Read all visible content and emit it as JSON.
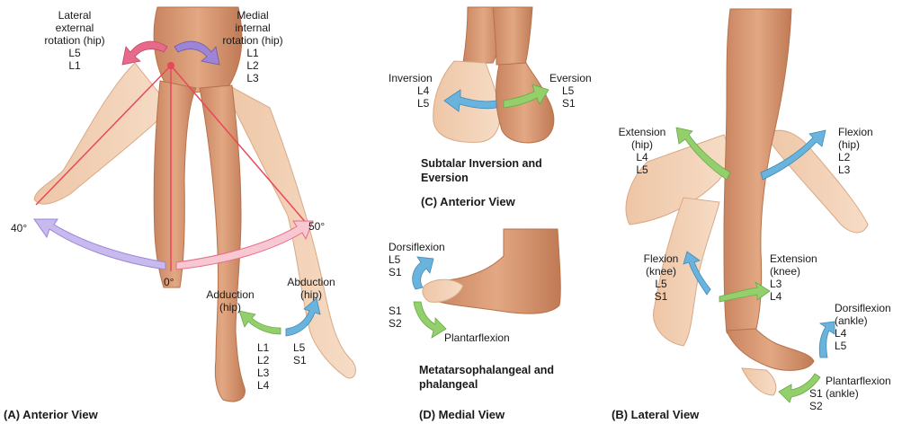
{
  "panels": {
    "a": {
      "view": "(A) Anterior View",
      "lateral": [
        "Lateral",
        "external",
        "rotation (hip)",
        "L5",
        "L1"
      ],
      "medial": [
        "Medial",
        "internal",
        "rotation (hip)",
        "L1",
        "L2",
        "L3"
      ],
      "deg_left": "40°",
      "deg_zero": "0°",
      "deg_right": "50°",
      "adduction": [
        "Adduction",
        "(hip)"
      ],
      "abduction": [
        "Abduction",
        "(hip)"
      ],
      "adduction_roots": [
        "L1",
        "L2",
        "L3",
        "L4"
      ],
      "abduction_roots": [
        "L5",
        "S1"
      ]
    },
    "c": {
      "view": "(C) Anterior View",
      "inversion": [
        "Inversion",
        "L4",
        "L5"
      ],
      "eversion": [
        "Eversion",
        "L5",
        "S1"
      ],
      "caption": [
        "Subtalar Inversion and",
        "Eversion"
      ]
    },
    "d": {
      "view": "(D) Medial View",
      "dorsiflexion": [
        "Dorsiflexion",
        "L5",
        "S1"
      ],
      "plantar_roots": [
        "S1",
        "S2"
      ],
      "plantarflexion": "Plantarflexion",
      "caption": [
        "Metatarsophalangeal and",
        "phalangeal"
      ]
    },
    "b": {
      "view": "(B) Lateral View",
      "extension_hip": [
        "Extension",
        "(hip)",
        "L4",
        "L5"
      ],
      "flexion_hip": [
        "Flexion",
        "(hip)",
        "L2",
        "L3"
      ],
      "flexion_knee": [
        "Flexion",
        "(knee)",
        "L5",
        "S1"
      ],
      "extension_knee": [
        "Extension",
        "(knee)",
        "L3",
        "L4"
      ],
      "dorsiflexion_ankle": [
        "Dorsiflexion",
        "(ankle)",
        "L4",
        "L5"
      ],
      "plantarflexion_ankle": [
        "Plantarflexion",
        "S1 (ankle)",
        "S2"
      ]
    }
  },
  "colors": {
    "skin": "#d99a72",
    "skin_shadow": "#b8714a",
    "skin_light": "#f1cfb4",
    "arrow_pink": "#e86a8a",
    "arrow_purple": "#9c85d6",
    "arrow_blue": "#69b3dc",
    "arrow_green": "#93cf6a",
    "line_red": "#e8475a",
    "text": "#1a1a1a"
  }
}
